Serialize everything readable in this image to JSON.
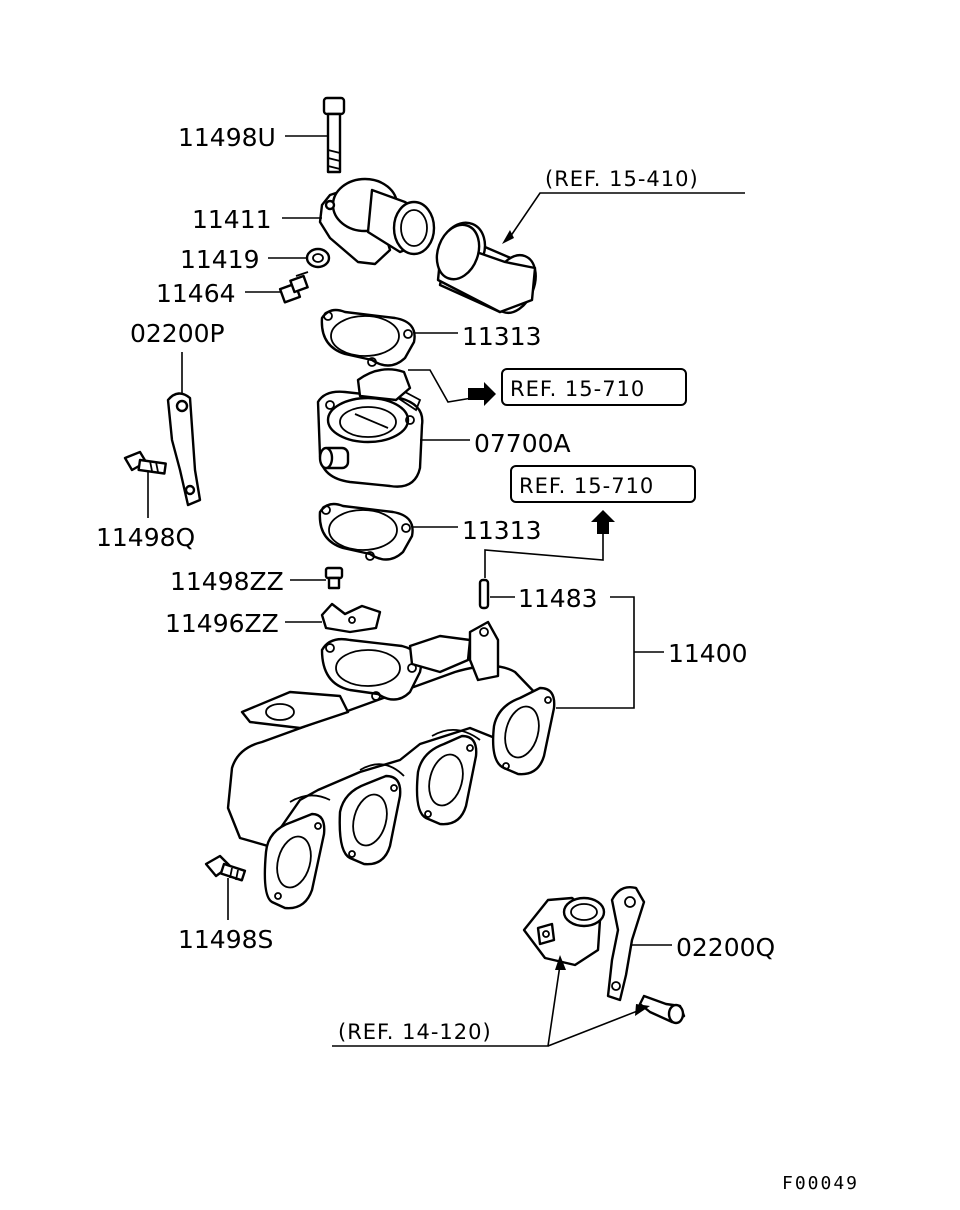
{
  "labels": {
    "bolt_top": "11498U",
    "thermostat_case": "11411",
    "gasket_small": "11419",
    "sensor": "11464",
    "bracket_left": "02200P",
    "bolt_bracket": "11498Q",
    "gasket_upper": "11313",
    "throttle": "07700A",
    "gasket_lower": "11313",
    "stud": "11498ZZ",
    "plate": "11496ZZ",
    "pin": "11483",
    "manifold": "11400",
    "bolt_bottom": "11498S",
    "bracket_right": "02200Q"
  },
  "refs": {
    "ref_15_410": "(REF. 15-410)",
    "ref_15_710_a": "REF. 15-710",
    "ref_15_710_b": "REF. 15-710",
    "ref_14_120": "(REF. 14-120)"
  },
  "figure_code": "F00049"
}
